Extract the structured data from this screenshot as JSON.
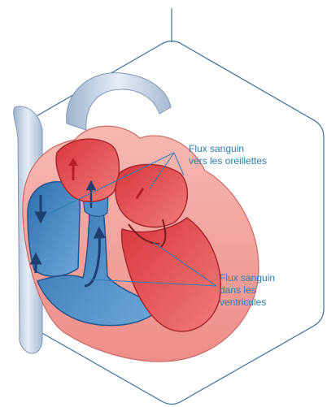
{
  "labels": {
    "atria_flow": [
      "Flux sanguin",
      "vers les oreillettes"
    ],
    "ventricle_flow": [
      "Flux sanguin",
      "dans les",
      "ventricules"
    ]
  },
  "colors": {
    "frame": "#3b6f9a",
    "callout": "#2a7fb0",
    "right_heart": "#3f86c2",
    "left_heart": "#e8545a",
    "muscle": "#f4a7a2",
    "vessel": "#c9d6e6"
  }
}
